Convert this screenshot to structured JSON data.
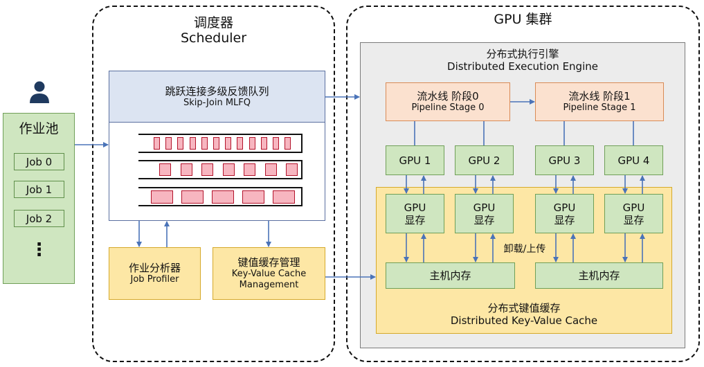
{
  "scheduler": {
    "title_cn": "调度器",
    "title_en": "Scheduler",
    "mlfq_cn": "跳跃连接多级反馈队列",
    "mlfq_en": "Skip-Join MLFQ",
    "profiler_cn": "作业分析器",
    "profiler_en": "Job Profiler",
    "kv_mgmt_cn": "键值缓存管理",
    "kv_mgmt_en_1": "Key-Value Cache",
    "kv_mgmt_en_2": "Management"
  },
  "job_pool": {
    "title": "作业池",
    "jobs": [
      "Job 0",
      "Job 1",
      "Job 2"
    ],
    "more": "⋮"
  },
  "cluster": {
    "title": "GPU 集群",
    "engine_cn": "分布式执行引擎",
    "engine_en": "Distributed Execution Engine",
    "stage0_cn": "流水线 阶段0",
    "stage0_en": "Pipeline Stage 0",
    "stage1_cn": "流水线 阶段1",
    "stage1_en": "Pipeline Stage 1",
    "gpus": [
      "GPU 1",
      "GPU 2",
      "GPU 3",
      "GPU 4"
    ],
    "gpu_mem_line1": "GPU",
    "gpu_mem_line2": "显存",
    "offload": "卸载/上传",
    "host_mem": "主机内存",
    "kv_cache_cn": "分布式键值缓存",
    "kv_cache_en": "Distributed Key-Value Cache"
  },
  "colors": {
    "arrow": "#4a73b8",
    "queue_slot": "#f7b6c0",
    "queue_slot_border": "#b3122a",
    "user_icon": "#1f3a5f"
  }
}
